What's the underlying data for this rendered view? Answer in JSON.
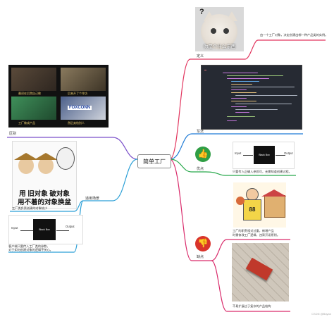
{
  "center": {
    "title": "简单工厂"
  },
  "branches": {
    "definition": {
      "label": "定义",
      "note": "由一个工厂对象，决定创建出哪一种产品类的实例。"
    },
    "difference": {
      "label": "区别"
    },
    "code": {
      "label": "写法"
    },
    "usage": {
      "label": "适用场景",
      "note": "工厂类负责创建的对象较少"
    },
    "usage_note2": {
      "line1": "客户端只要传入工厂类的参数，",
      "line2": "对于如何创建对象的逻辑不关心。"
    },
    "pros": {
      "label": "优点",
      "note": "只要传入正确入参即可，无需知道创建过程。"
    },
    "cons": {
      "label": "缺点",
      "note1_line1": "工厂的职责相对过重，新增产品",
      "note1_line2": "时需修改工厂逻辑，违背开闭原则。",
      "note2": "不易扩展过于复杂的产品结构"
    }
  },
  "images": {
    "cat_caption": "你是个什么东西",
    "cat_symbol": "?",
    "collage_captions": [
      "最初在后院自己做",
      "后来开了个作坊",
      "工厂做成产品",
      "然后卖给别人"
    ],
    "collage_brand": "FOXCONN",
    "meme_line1": "用 旧对象 破对象",
    "meme_line2": "用不着的对象换盆",
    "blackbox": {
      "input": "Input",
      "box": "Black Box",
      "output": "Output"
    },
    "cartoon_number": "88"
  },
  "watermark": "CSDN @Bayan",
  "colors": {
    "definition": "#e2365f",
    "difference": "#7a4fc9",
    "code": "#1f7bd6",
    "usage": "#2a9fd6",
    "pros": "#26a84a",
    "cons": "#d92b6b",
    "center_border": "#888888"
  }
}
